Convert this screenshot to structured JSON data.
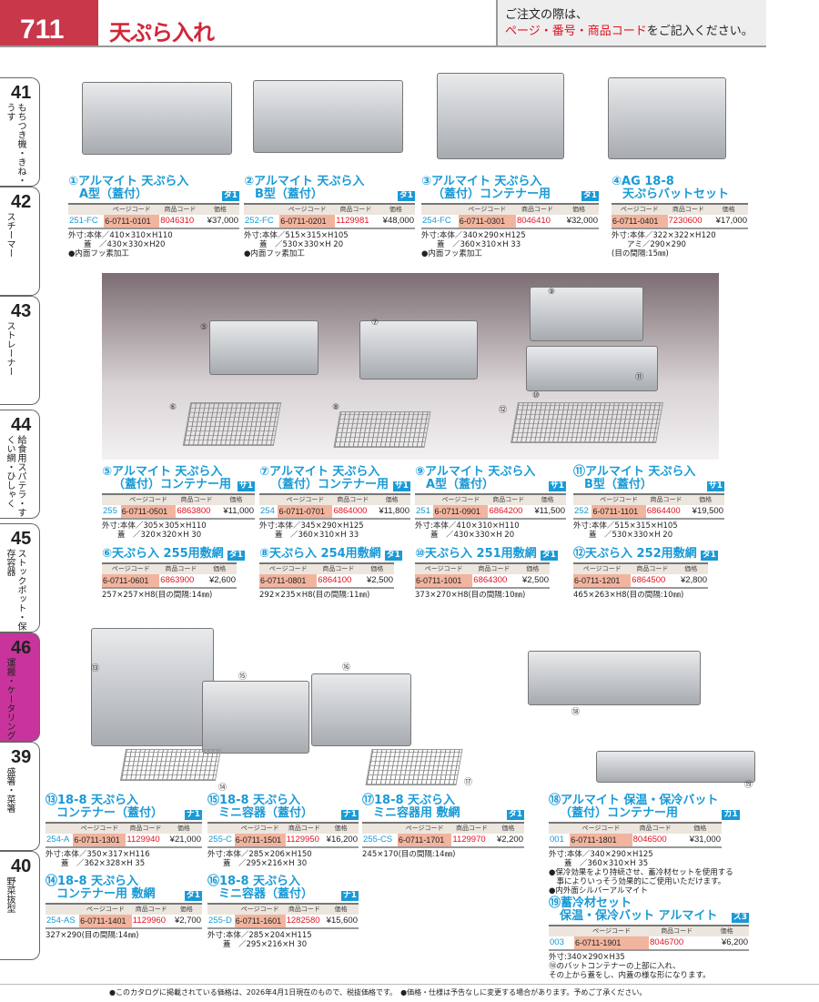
{
  "header": {
    "page_number": "711",
    "title": "天ぷら入れ",
    "note_line1": "ご注文の際は、",
    "note_red": "ページ・番号・商品コード",
    "note_rest": "をご記入ください。"
  },
  "table_headers": {
    "page_code": "ページコード",
    "product_code": "商品コード",
    "price": "価格"
  },
  "tabs": [
    {
      "num": "41",
      "label": "もちつき機・きね・うす"
    },
    {
      "num": "42",
      "label": "スチーマー"
    },
    {
      "num": "43",
      "label": "ストレーナー"
    },
    {
      "num": "44",
      "label": "給食用スパテラ・すくい網・ひしゃく"
    },
    {
      "num": "45",
      "label": "ストックポット・保存容器"
    },
    {
      "num": "46",
      "label": "運搬・ケータリング",
      "active": true
    },
    {
      "num": "39",
      "label": "盛箸・菜箸"
    },
    {
      "num": "40",
      "label": "野菜抜型"
    }
  ],
  "products": [
    {
      "title": [
        "①アルマイト 天ぷら入",
        "A型（蓋付）"
      ],
      "badge": "タ1",
      "page": "251-FC",
      "code": "6-0711-0101",
      "sku": "8046310",
      "price": "¥37,000",
      "notes": "外寸:本体／410×310×H110\n　　蓋　／430×330×H20\n●内面フッ素加工"
    },
    {
      "title": [
        "②アルマイト 天ぷら入",
        "B型（蓋付）"
      ],
      "badge": "タ1",
      "page": "252-FC",
      "code": "6-0711-0201",
      "sku": "1129981",
      "price": "¥48,000",
      "notes": "外寸:本体／515×315×H105\n　　蓋　／530×330×H 20\n●内面フッ素加工"
    },
    {
      "title": [
        "③アルマイト 天ぷら入",
        "（蓋付）コンテナー用"
      ],
      "badge": "タ1",
      "page": "254-FC",
      "code": "6-0711-0301",
      "sku": "8046410",
      "price": "¥32,000",
      "notes": "外寸:本体／340×290×H125\n　　蓋　／360×310×H 33\n●内面フッ素加工"
    },
    {
      "title": [
        "④AG 18-8",
        "天ぷらバットセット"
      ],
      "badge": "",
      "page": "",
      "code": "6-0711-0401",
      "sku": "7230600",
      "price": "¥17,000",
      "notes": "外寸:本体／322×322×H120\n　　アミ／290×290\n(目の間隔:15㎜)"
    },
    {
      "title": [
        "⑤アルマイト 天ぷら入",
        "（蓋付）コンテナー用"
      ],
      "badge": "サ1",
      "page": "255",
      "code": "6-0711-0501",
      "sku": "6863800",
      "price": "¥11,000",
      "notes": "外寸:本体／305×305×H110\n　　蓋　／320×320×H 30"
    },
    {
      "title": [
        "⑥天ぷら入 255用敷網"
      ],
      "badge": "タ1",
      "page": "",
      "code": "6-0711-0601",
      "sku": "6863900",
      "price": "¥2,600",
      "notes": "257×257×H8(目の間隔:14㎜)"
    },
    {
      "title": [
        "⑦アルマイト 天ぷら入",
        "（蓋付）コンテナー用"
      ],
      "badge": "サ1",
      "page": "254",
      "code": "6-0711-0701",
      "sku": "6864000",
      "price": "¥11,800",
      "notes": "外寸:本体／345×290×H125\n　　蓋　／360×310×H 33"
    },
    {
      "title": [
        "⑧天ぷら入 254用敷網"
      ],
      "badge": "タ1",
      "page": "",
      "code": "6-0711-0801",
      "sku": "6864100",
      "price": "¥2,500",
      "notes": "292×235×H8(目の間隔:11㎜)"
    },
    {
      "title": [
        "⑨アルマイト 天ぷら入",
        "A型（蓋付）"
      ],
      "badge": "サ1",
      "page": "251",
      "code": "6-0711-0901",
      "sku": "6864200",
      "price": "¥11,500",
      "notes": "外寸:本体／410×310×H110\n　　蓋　／430×330×H 20"
    },
    {
      "title": [
        "⑩天ぷら入 251用敷網"
      ],
      "badge": "タ1",
      "page": "",
      "code": "6-0711-1001",
      "sku": "6864300",
      "price": "¥2,500",
      "notes": "373×270×H8(目の間隔:10㎜)"
    },
    {
      "title": [
        "⑪アルマイト 天ぷら入",
        "B型（蓋付）"
      ],
      "badge": "サ1",
      "page": "252",
      "code": "6-0711-1101",
      "sku": "6864400",
      "price": "¥19,500",
      "notes": "外寸:本体／515×315×H105\n　　蓋　／530×330×H 20"
    },
    {
      "title": [
        "⑫天ぷら入 252用敷網"
      ],
      "badge": "タ1",
      "page": "",
      "code": "6-0711-1201",
      "sku": "6864500",
      "price": "¥2,800",
      "notes": "465×263×H8(目の間隔:10㎜)"
    },
    {
      "title": [
        "⑬18-8 天ぷら入",
        "コンテナー（蓋付）"
      ],
      "badge": "ナ1",
      "page": "254-A",
      "code": "6-0711-1301",
      "sku": "1129940",
      "price": "¥21,000",
      "notes": "外寸:本体／350×317×H116\n　　蓋　／362×328×H 35"
    },
    {
      "title": [
        "⑭18-8 天ぷら入",
        "コンテナー用 敷網"
      ],
      "badge": "タ1",
      "page": "254-AS",
      "code": "6-0711-1401",
      "sku": "1129960",
      "price": "¥2,700",
      "notes": "327×290(目の間隔:14㎜)"
    },
    {
      "title": [
        "⑮18-8 天ぷら入",
        "ミニ容器（蓋付）"
      ],
      "badge": "ナ1",
      "page": "255-C",
      "code": "6-0711-1501",
      "sku": "1129950",
      "price": "¥16,200",
      "notes": "外寸:本体／285×206×H150\n　　蓋　／295×216×H 30"
    },
    {
      "title": [
        "⑯18-8 天ぷら入",
        "ミニ容器（蓋付）"
      ],
      "badge": "ナ1",
      "page": "255-D",
      "code": "6-0711-1601",
      "sku": "1282580",
      "price": "¥15,600",
      "notes": "外寸:本体／285×204×H115\n　　蓋　／295×216×H 30"
    },
    {
      "title": [
        "⑰18-8 天ぷら入",
        "ミニ容器用 敷網"
      ],
      "badge": "タ1",
      "page": "255-CS",
      "code": "6-0711-1701",
      "sku": "1129970",
      "price": "¥2,200",
      "notes": "245×170(目の間隔:14㎜)"
    },
    {
      "title": [
        "⑱アルマイト 保温・保冷バット",
        "（蓋付）コンテナー用"
      ],
      "badge": "カ1",
      "page": "001",
      "code": "6-0711-1801",
      "sku": "8046500",
      "price": "¥31,000",
      "notes": "外寸:本体／340×290×H125\n　　蓋　／360×310×H 35\n●保冷効果をより持続させ、蓄冷材セットを使用する\n　事によりいっそう効果的にご使用いただけます。\n●内外面シルバーアルマイト"
    },
    {
      "title": [
        "⑲蓄冷材セット",
        "保温・保冷バット アルマイト"
      ],
      "badge": "ス3",
      "page": "003",
      "code": "6-0711-1901",
      "sku": "8046700",
      "price": "¥6,200",
      "notes": "外寸:340×290×H35\n⑱のバットコンテナーの上部に入れ、\nその上から蓋をし、内蓋の様な形になります。"
    }
  ],
  "photo_labels": [
    "⑤",
    "⑥",
    "⑦",
    "⑧",
    "⑨",
    "⑩",
    "⑪",
    "⑫",
    "⑬",
    "⑭",
    "⑮",
    "⑯",
    "⑰",
    "⑱",
    "⑲"
  ],
  "footer": "●このカタログに掲載されている価格は、2026年4月1日現在のもので、税抜価格です。　●価格・仕様は予告なしに変更する場合があります。予めご了承ください。"
}
